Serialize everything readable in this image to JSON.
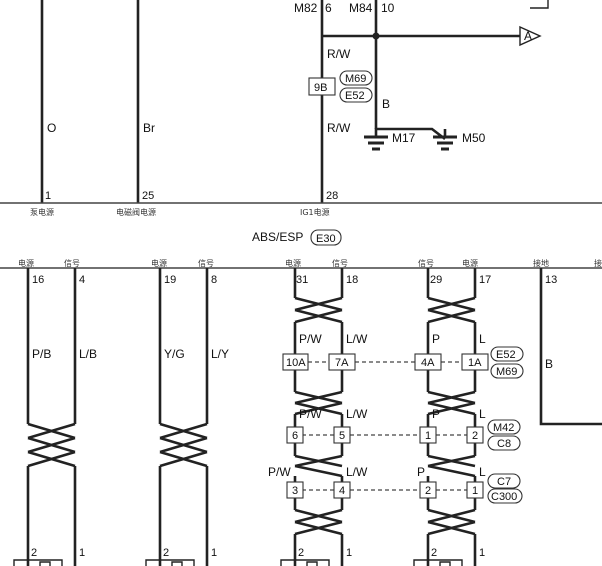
{
  "top": {
    "connectors": [
      "M82",
      "6",
      "M84",
      "10"
    ],
    "arrow_label": "A",
    "wire_rw_1": "R/W",
    "wire_rw_2": "R/W",
    "wire_b": "B",
    "splice_pin": "9B",
    "splice_tags": [
      "M69",
      "E52"
    ],
    "grounds": [
      "M17",
      "M50"
    ],
    "left_wires": [
      "O",
      "Br"
    ],
    "pins": [
      "1",
      "25",
      "28"
    ],
    "pin_names": [
      "泵电源",
      "电磁阀电源",
      "IG1电源"
    ]
  },
  "module": {
    "name": "ABS/ESP",
    "tag": "E30"
  },
  "bottom": {
    "header_labels": [
      "电源",
      "信号",
      "电源",
      "信号",
      "电源",
      "信号",
      "信号",
      "电源",
      "接地",
      "接"
    ],
    "pins_top": [
      "16",
      "4",
      "19",
      "8",
      "31",
      "18",
      "29",
      "17",
      "13"
    ],
    "wires": {
      "g1": [
        "P/B",
        "L/B"
      ],
      "g2": [
        "Y/G",
        "L/Y"
      ],
      "g3a": [
        "P/W",
        "L/W"
      ],
      "g4a": [
        "P",
        "L"
      ],
      "g3b": [
        "P/W",
        "L/W"
      ],
      "g4b": [
        "P",
        "L"
      ],
      "g3c": [
        "P/W",
        "L/W"
      ],
      "g4c": [
        "P",
        "L"
      ],
      "ground": "B"
    },
    "conn_row1": [
      "10A",
      "7A",
      "4A",
      "1A"
    ],
    "conn_row1_tags": [
      "E52",
      "M69"
    ],
    "conn_row2": [
      "6",
      "5",
      "1",
      "2"
    ],
    "conn_row2_tags": [
      "M42",
      "C8"
    ],
    "conn_row3": [
      "3",
      "4",
      "2",
      "1"
    ],
    "conn_row3_tags": [
      "C7",
      "C300"
    ],
    "pins_bottom": [
      "2",
      "1",
      "2",
      "1",
      "2",
      "1",
      "2",
      "1"
    ]
  }
}
